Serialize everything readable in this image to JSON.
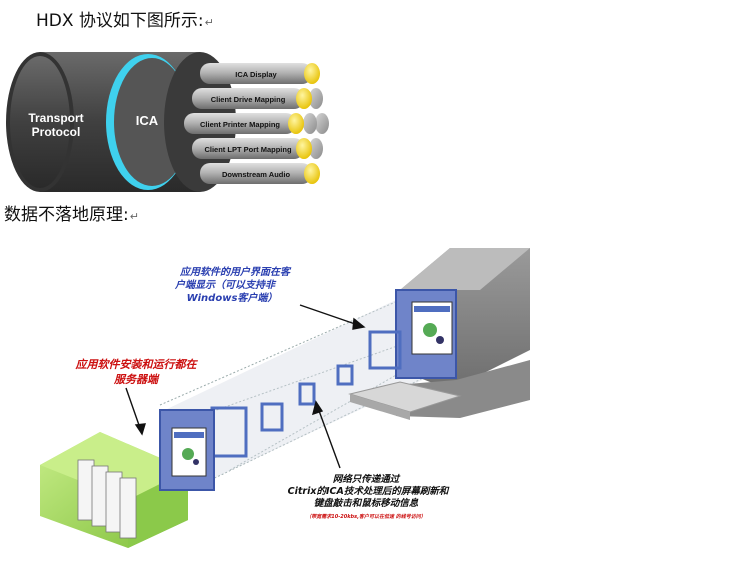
{
  "doc": {
    "heading1": "HDX 协议如下图所示:",
    "heading2": "数据不落地原理:",
    "para_mark": "↵"
  },
  "cable": {
    "outer_label_line1": "Transport",
    "outer_label_line2": "Protocol",
    "ica_label": "ICA",
    "channels": [
      "ICA Display",
      "Client Drive Mapping",
      "Client Printer Mapping",
      "Client LPT Port Mapping",
      "Downstream Audio"
    ],
    "colors": {
      "shell": "#4a4a4a",
      "ring": "#3fd1ee",
      "tube": "#a8a8a8",
      "cap": "#f6dd2a"
    }
  },
  "diagram": {
    "label_client_line1": "应用软件的用户界面在客",
    "label_client_line2": "户端显示（可以支持非",
    "label_client_line3": "Windows客户端）",
    "label_server_line1": "应用软件安装和运行都在",
    "label_server_line2": "服务器端",
    "label_net_line1": "网络只传递通过",
    "label_net_line2": "Citrix的ICA技术处理后的屏幕刷新和",
    "label_net_line3": "键盘敲击和鼠标移动信息",
    "label_net_note": "（带宽需求10-20kbs,客户可以在低速 的线号访问）",
    "colors": {
      "server": "#9fd35a",
      "frame": "#4f6ec0",
      "client_text": "#2a3fb0",
      "server_text": "#cc1010"
    }
  }
}
